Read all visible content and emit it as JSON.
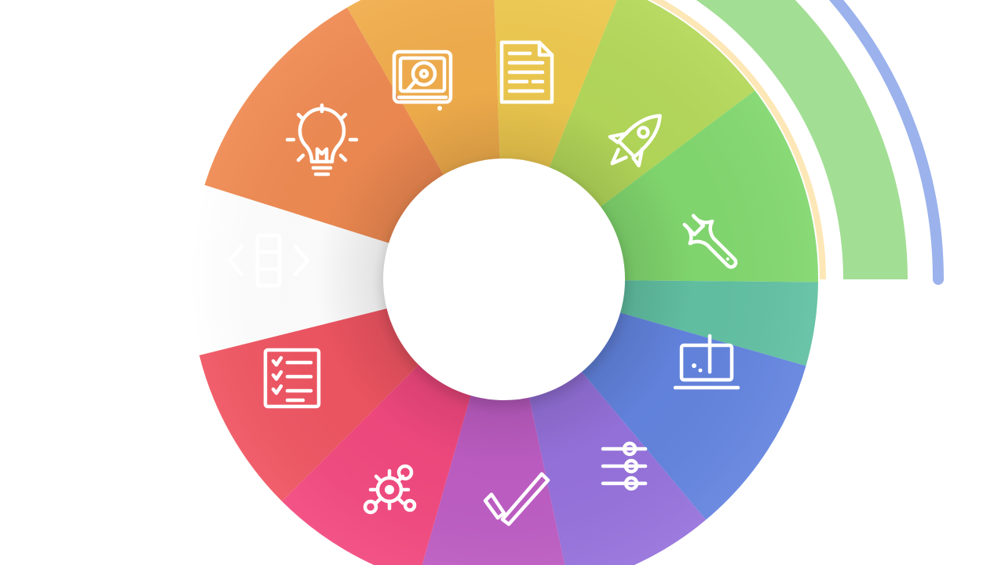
{
  "diagram": {
    "type": "segmented-ring-infographic",
    "segments": [
      {
        "icon": "lightbulb-icon",
        "color": "#ef8a52"
      },
      {
        "icon": "disc-drive-icon",
        "color": "#f1ad4c"
      },
      {
        "icon": "document-icon",
        "color": "#eec94f"
      },
      {
        "icon": "rocket-icon",
        "color": "#b4d85a"
      },
      {
        "icon": "wrench-icon",
        "color": "#82d86f"
      },
      {
        "icon": "laptop-icon",
        "color": "#62c1a3"
      },
      {
        "icon": "sliders-icon",
        "color": "#6384df"
      },
      {
        "icon": "checkmark-pencil-icon",
        "color": "#9672dc"
      },
      {
        "icon": "gears-icon",
        "color": "#be5dc4"
      },
      {
        "icon": "checklist-icon",
        "color": "#f2497f"
      },
      {
        "icon": "code-brackets-icon",
        "color": "#ef5562"
      }
    ],
    "center_color": "#ffffff",
    "outer_arcs": [
      {
        "name": "cream-thin-arc",
        "color": "#fde7b6"
      },
      {
        "name": "green-band-arc",
        "color": "#a2de94"
      },
      {
        "name": "blue-thin-arc",
        "color": "#9bb2ec"
      }
    ]
  }
}
